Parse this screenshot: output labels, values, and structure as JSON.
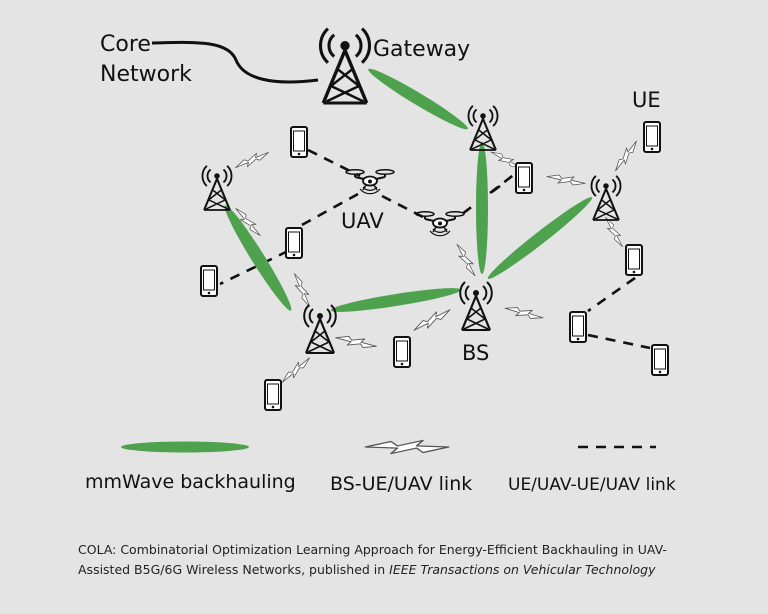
{
  "labels": {
    "core_network_line1": "Core",
    "core_network_line2": "Network",
    "gateway": "Gateway",
    "ue": "UE",
    "uav": "UAV",
    "bs": "BS"
  },
  "legend": {
    "mmwave": "mmWave backhauling",
    "bs_link": "BS-UE/UAV link",
    "uav_link": "UE/UAV-UE/UAV link"
  },
  "caption": {
    "main": "COLA: Combinatorial Optimization Learning Approach for Energy-Efficient Backhauling in UAV-Assisted B5G/6G Wireless Networks, published in ",
    "journal": "IEEE Transactions on Vehicular Technology"
  },
  "colors": {
    "background": "#e4e4e4",
    "mmwave_green": "#4ea24e",
    "lines": "#111111",
    "zigzag_fill": "#ffffff"
  },
  "icons": [
    "tower-icon",
    "phone-icon",
    "drone-icon",
    "zigzag-link-icon"
  ]
}
